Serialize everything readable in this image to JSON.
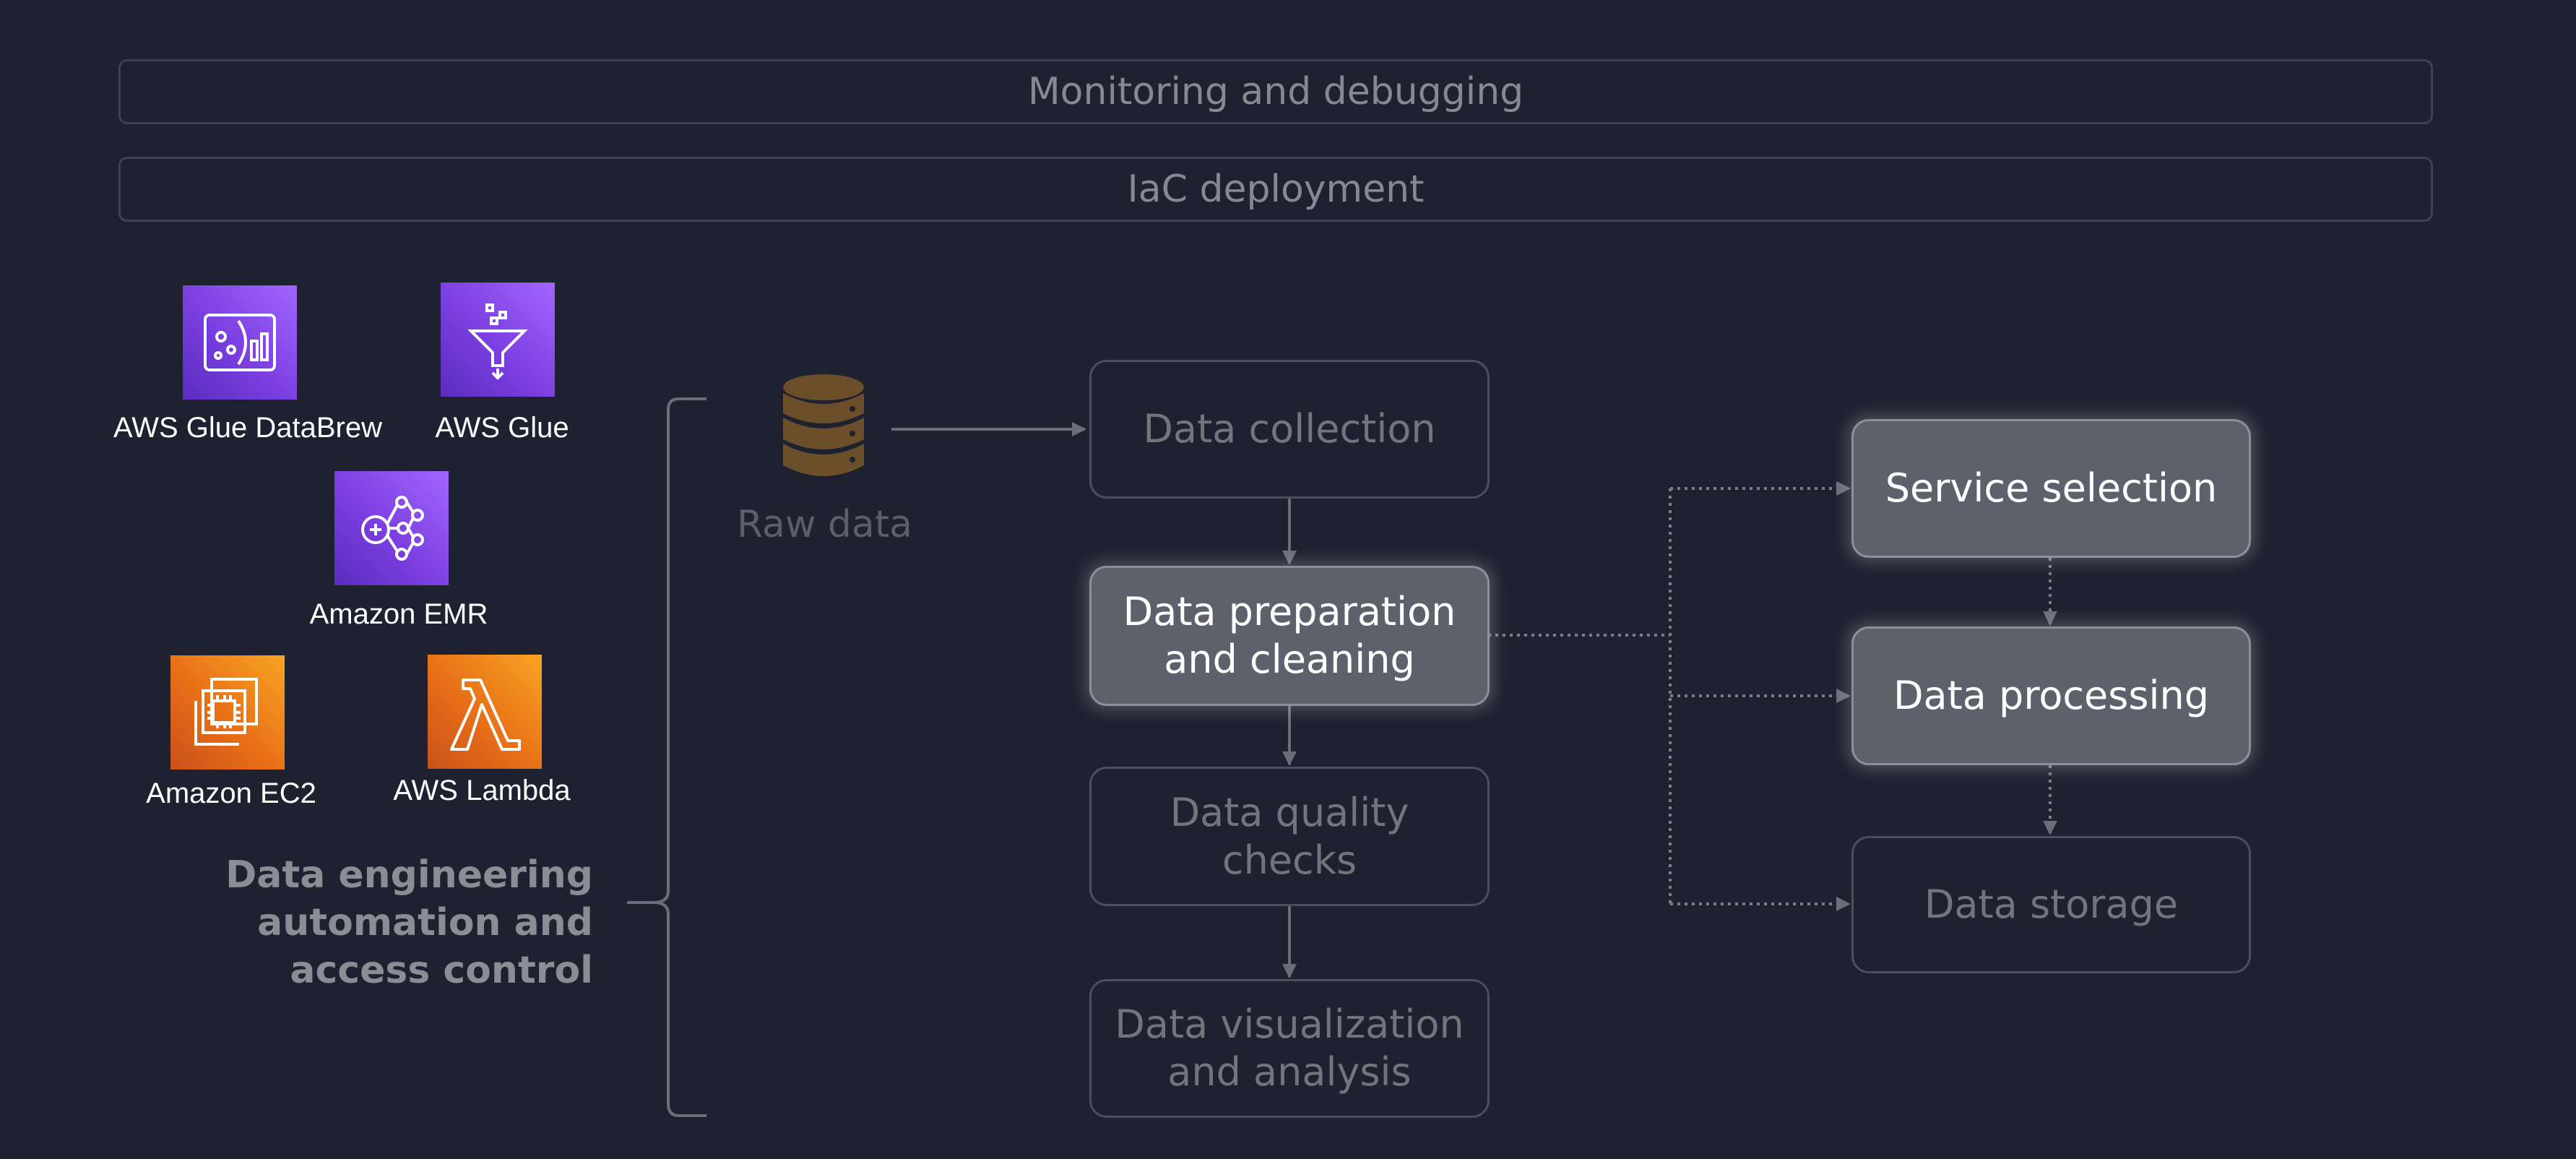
{
  "bands": {
    "monitoring": "Monitoring and debugging",
    "iac": "IaC deployment"
  },
  "services": {
    "databrew": "AWS Glue DataBrew",
    "glue": "AWS Glue",
    "emr": "Amazon EMR",
    "ec2": "Amazon EC2",
    "lambda": "AWS Lambda"
  },
  "side_label": "Data engineering\nautomation and\naccess control",
  "raw_data": "Raw data",
  "pipeline": {
    "collection": "Data collection",
    "preparation": "Data preparation\nand cleaning",
    "quality": "Data quality\nchecks",
    "visualization": "Data visualization\nand analysis"
  },
  "targets": {
    "service_selection": "Service selection",
    "processing": "Data processing",
    "storage": "Data storage"
  },
  "colors": {
    "background": "#1e2130",
    "highlight": "#5e616c",
    "purple_service": "#7b3ee0",
    "orange_service": "#e86f17",
    "database": "#6b4e2a"
  },
  "icons": [
    "databrew-icon",
    "glue-funnel-icon",
    "emr-icon",
    "ec2-chip-icon",
    "lambda-icon",
    "database-icon"
  ]
}
